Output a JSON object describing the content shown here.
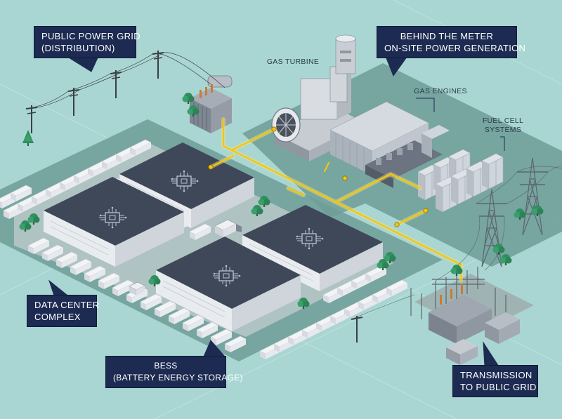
{
  "callouts": {
    "public_grid": {
      "line1": "PUBLIC POWER GRID",
      "line2": "(DISTRIBUTION)"
    },
    "behind_meter": {
      "line1": "BEHIND THE METER",
      "line2": "ON-SITE POWER GENERATION"
    },
    "data_center": {
      "line1": "DATA CENTER",
      "line2": "COMPLEX"
    },
    "bess": {
      "line1": "BESS",
      "line2": "(BATTERY ENERGY STORAGE)"
    },
    "transmission": {
      "line1": "TRANSMISSION",
      "line2": "TO PUBLIC GRID"
    }
  },
  "labels": {
    "gas_turbine": "GAS TURBINE",
    "gas_engines": "GAS ENGINES",
    "fuel_cell": {
      "line1": "FUEL CELL",
      "line2": "SYSTEMS"
    }
  },
  "colors": {
    "background": "#a9d6d2",
    "site_pad": "#6f9c98",
    "building_roof": "#3f4858",
    "power_line": "#f4c60f",
    "callout_bg": "#1d2b52"
  },
  "icons": [
    "chip-icon",
    "transformer-icon",
    "power-pylon-icon",
    "tree-icon",
    "truck-icon"
  ]
}
